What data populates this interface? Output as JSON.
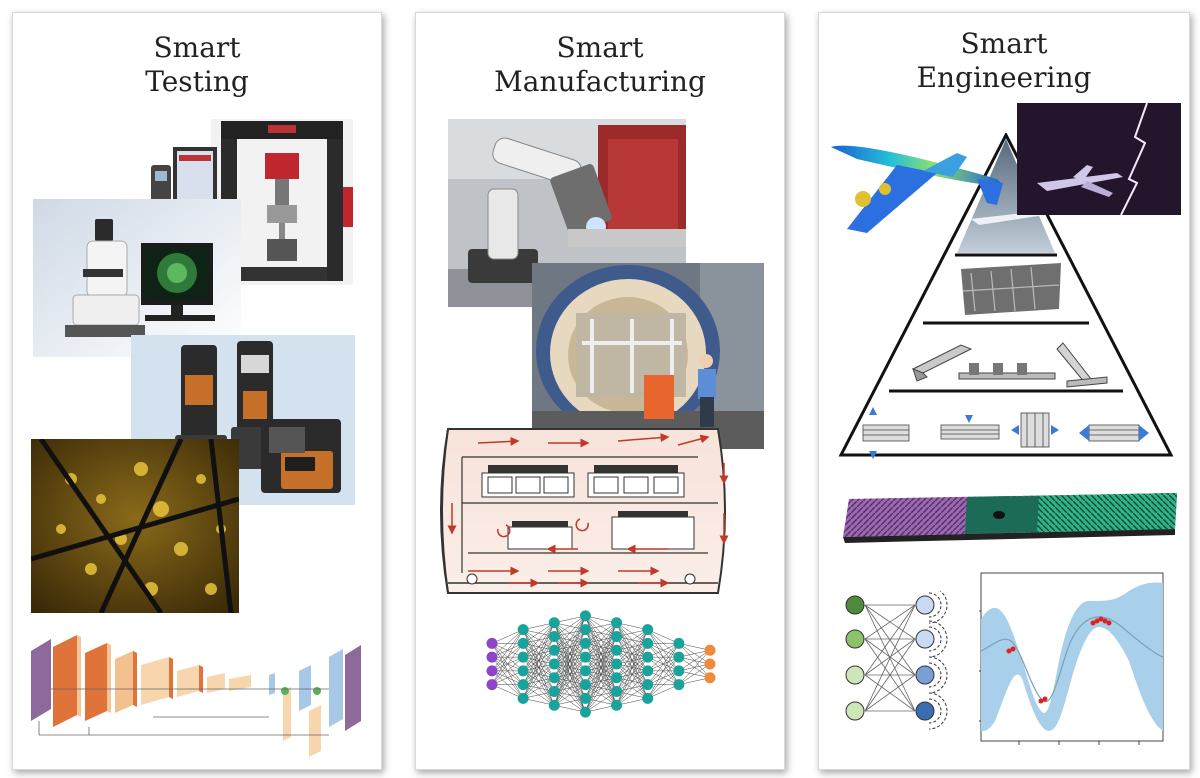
{
  "panels": [
    {
      "id": "testing",
      "title_line1": "Smart",
      "title_line2": "Testing"
    },
    {
      "id": "manufacturing",
      "title_line1": "Smart",
      "title_line2": "Manufacturing"
    },
    {
      "id": "engineering",
      "title_line1": "Smart",
      "title_line2": "Engineering"
    }
  ],
  "colors": {
    "node_purple": "#8e44c8",
    "node_teal": "#1aa39a",
    "node_orange": "#f08a3a",
    "arrow_red": "#c0392b",
    "gp_band": "#a9d0ea",
    "green_dark": "#4e8a3c",
    "green_mid": "#8cc26a",
    "green_light": "#cfe6b8",
    "blue_light": "#c9daf2",
    "blue_mid": "#7a9fd6",
    "blue_dark": "#3b6db3"
  }
}
